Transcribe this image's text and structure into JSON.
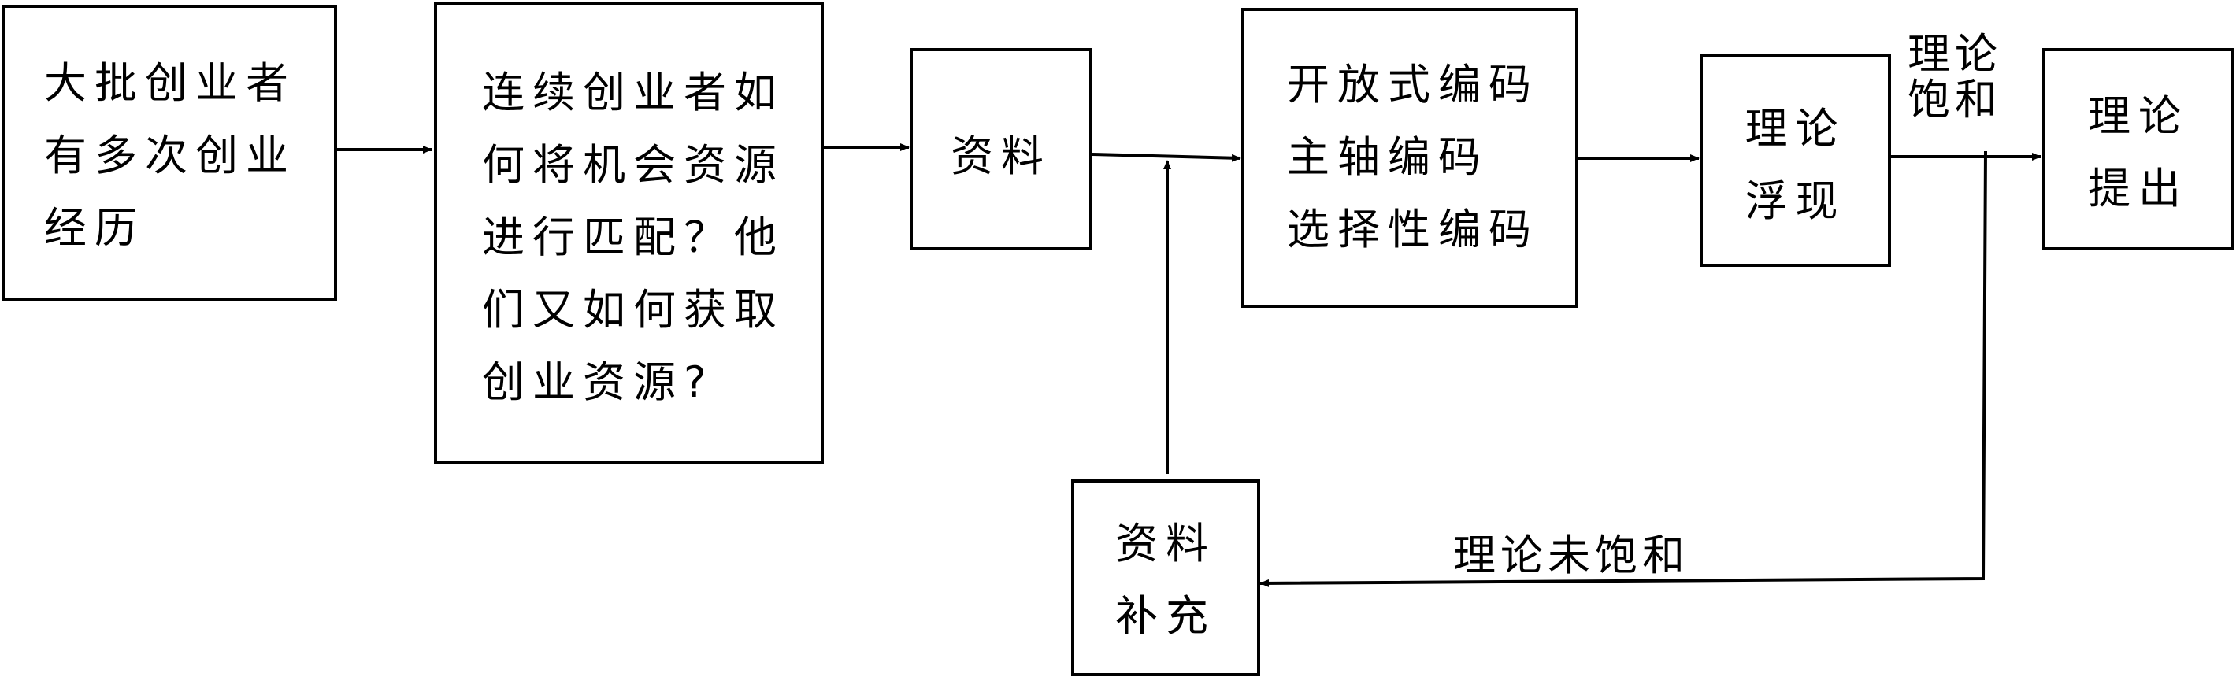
{
  "nodes": {
    "many_founders": {
      "lines": [
        "大批创业者",
        "有多次创业",
        "经历"
      ]
    },
    "research_question": {
      "lines": [
        "连续创业者如",
        "何将机会资源",
        "进行匹配？他",
        "们又如何获取",
        "创业资源?"
      ]
    },
    "data": {
      "lines": [
        "资料"
      ]
    },
    "coding": {
      "lines": [
        "开放式编码",
        "主轴编码",
        "选择性编码"
      ]
    },
    "theory_emergence": {
      "lines": [
        "理论",
        "浮现"
      ]
    },
    "theory_proposed": {
      "lines": [
        "理论",
        "提出"
      ]
    },
    "data_supplement": {
      "lines": [
        "资料",
        "补充"
      ]
    }
  },
  "edge_labels": {
    "saturated": [
      "理论",
      "饱和"
    ],
    "not_saturated": "理论未饱和"
  }
}
